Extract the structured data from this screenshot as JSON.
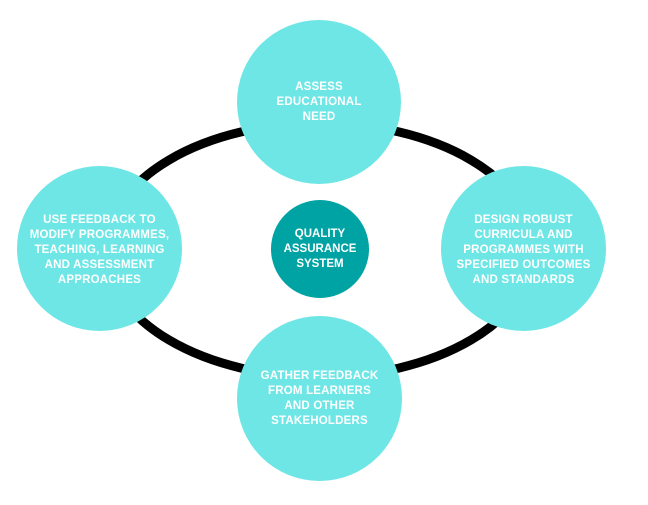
{
  "diagram": {
    "center": {
      "label": "QUALITY\nASSURANCE\nSYSTEM"
    },
    "cycle_steps": [
      {
        "label": "ASSESS\nEDUCATIONAL\nNEED"
      },
      {
        "label": "DESIGN ROBUST\nCURRICULA AND\nPROGRAMMES WITH\nSPECIFIED OUTCOMES\nAND STANDARDS"
      },
      {
        "label": "GATHER FEEDBACK\nFROM LEARNERS\nAND OTHER\nSTAKEHOLDERS"
      },
      {
        "label": "USE FEEDBACK TO\nMODIFY PROGRAMMES,\nTEACHING, LEARNING\nAND ASSESSMENT\nAPPROACHES"
      }
    ],
    "colors": {
      "outer_circle": "#6ee6e6",
      "center_circle": "#00a3a3",
      "ring": "#000000",
      "text": "#ffffff"
    }
  }
}
